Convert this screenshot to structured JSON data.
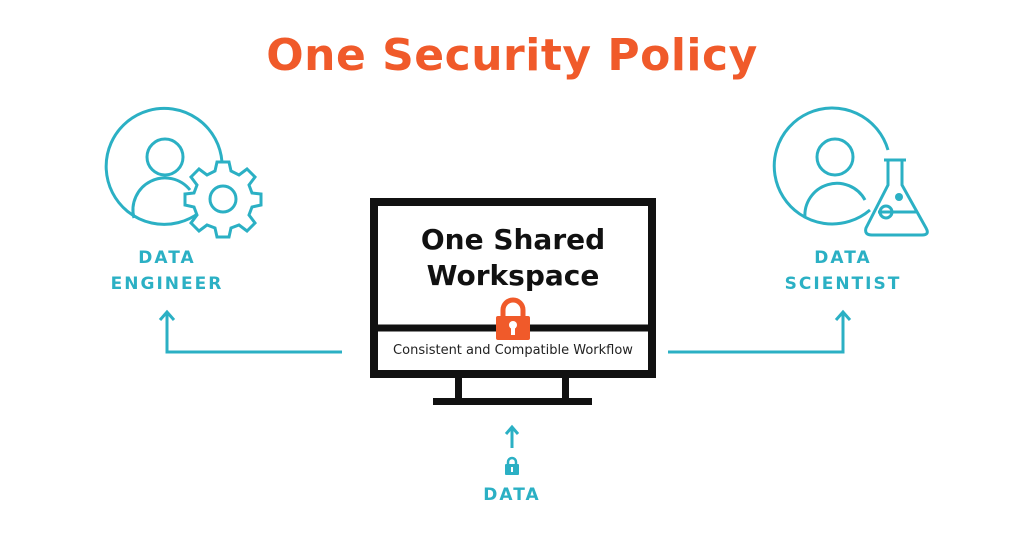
{
  "title": "One Security Policy",
  "left_role": {
    "line1": "DATA",
    "line2": "ENGINEER"
  },
  "right_role": {
    "line1": "DATA",
    "line2": "SCIENTIST"
  },
  "workspace": {
    "title": "One Shared Workspace",
    "subtitle": "Consistent and Compatible Workflow"
  },
  "data_label": "DATA",
  "colors": {
    "accent": "#F05A2A",
    "teal": "#2BB0C4",
    "dark": "#111111"
  },
  "icons": [
    "user-gear-icon",
    "user-flask-icon",
    "lock-icon",
    "arrow-up-icon"
  ]
}
